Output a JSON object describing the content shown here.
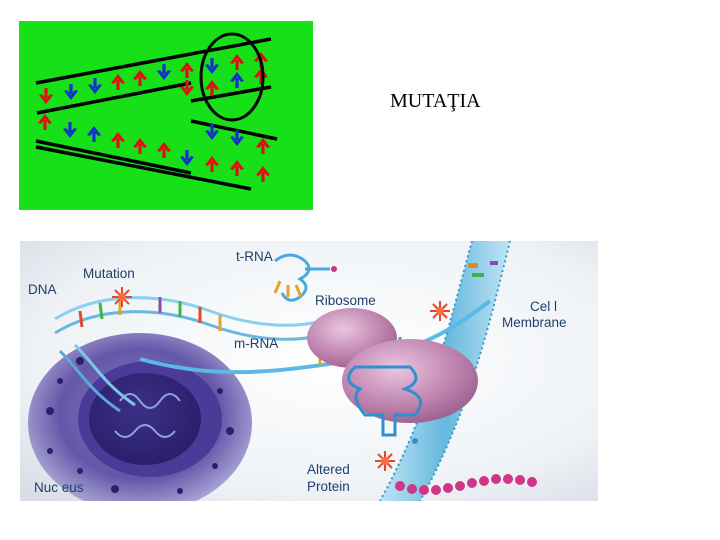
{
  "slide": {
    "title": "MUTAŢIA"
  },
  "top_figure": {
    "background": "#18e018",
    "colors": {
      "red": "#e01010",
      "blue": "#1030d0",
      "line": "#000000"
    }
  },
  "bottom_figure": {
    "labels": {
      "mutation": "Mutation",
      "dna": "DNA",
      "trna": "t-RNA",
      "ribosome": "Ribosome",
      "mrna": "m-RNA",
      "cell_membrane_1": "Cel l",
      "cell_membrane_2": "Membrane",
      "nucleus": "Nuc eus",
      "altered_1": "Altered",
      "altered_2": "Protein"
    }
  }
}
